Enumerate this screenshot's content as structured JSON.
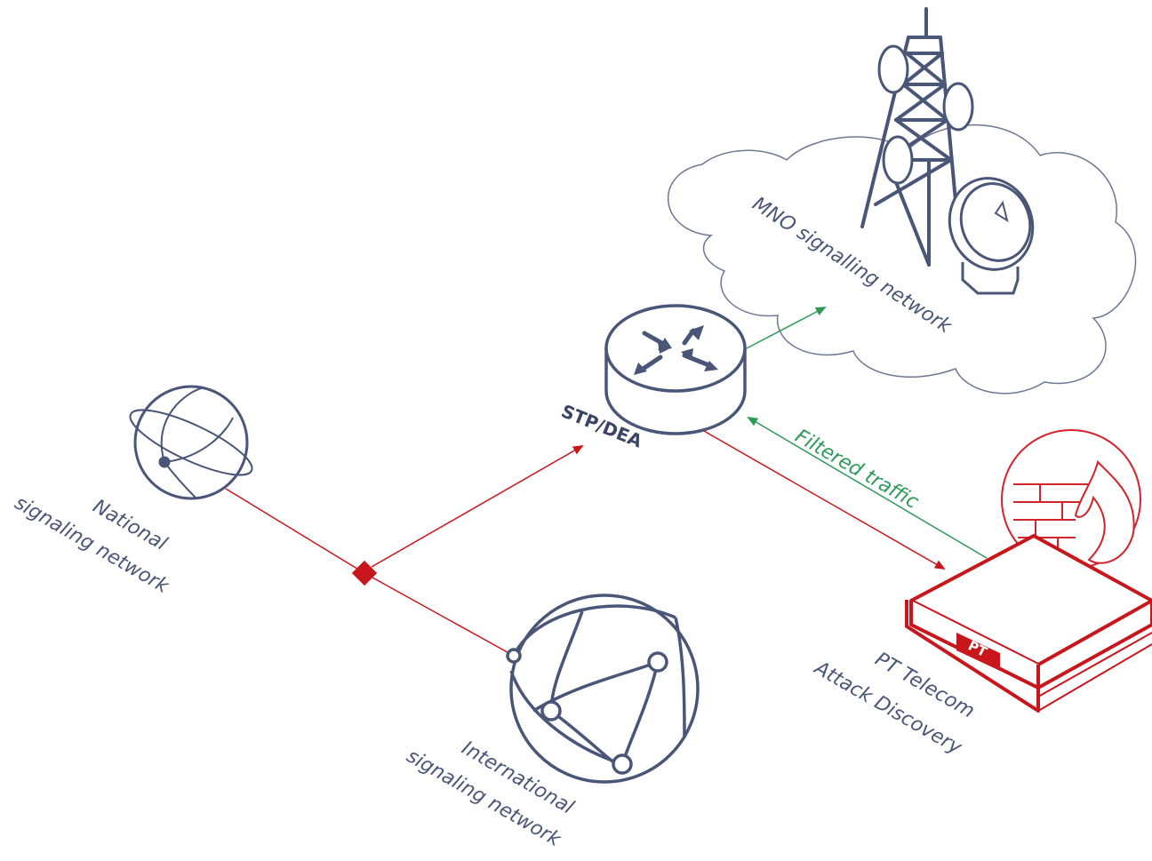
{
  "labels": {
    "mno": "MNO signalling network",
    "stp": "STP/DEA",
    "filtered": "Filtered traffic",
    "national_1": "National",
    "national_2": "signaling  network",
    "international_1": "International",
    "international_2": "signaling  network",
    "pt_badge": "PT",
    "pt_name_1": "PT Telecom",
    "pt_name_2": "Attack Discovery"
  },
  "colors": {
    "navy": "#4a5677",
    "red": "#c8161d",
    "green": "#2e9a5a",
    "cloud": "#6d7893",
    "firewall": "#d2232a"
  },
  "icons": {
    "national": "globe-small-icon",
    "international": "globe-large-icon",
    "router": "router-icon",
    "tower": "cell-tower-icon",
    "dish": "satellite-dish-icon",
    "firewall": "firewall-icon",
    "appliance": "server-appliance-icon",
    "tap": "tap-diamond-icon"
  }
}
